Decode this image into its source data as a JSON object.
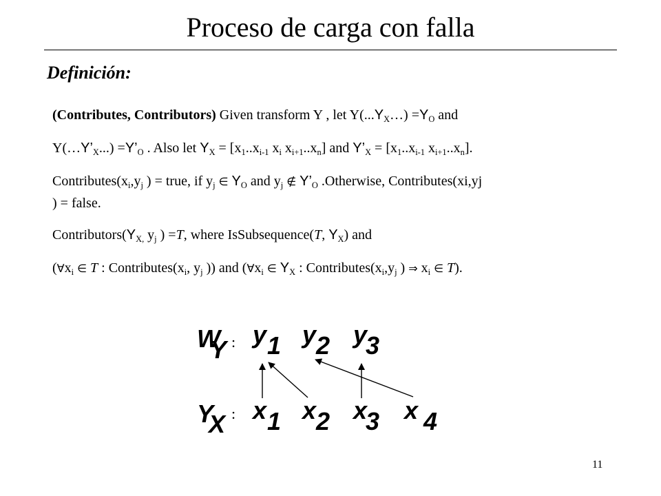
{
  "slide": {
    "title": "Proceso de carga con falla",
    "section_heading": "Definición:",
    "page_number": "11"
  },
  "definition": {
    "term": "(Contributes, Contributors)",
    "line1": {
      "given": " Given transform Y , let Y(...",
      "sym_y": "Y",
      "sub_x": "X",
      "ellipsis_eq": "…) =",
      "sym_y_o": "Y",
      "sub_o": "O",
      "and": " and"
    },
    "line2": {
      "prefix": "Y(…",
      "sym_yp": "Y’",
      "sub_x": "X",
      "mid": "...) =",
      "sym_yp_o": "Y’",
      "sub_o": "O",
      "also_let": " . Also let ",
      "sym_yx": "Y",
      "sub_x2": "X",
      "eq1": " = [x",
      "s1": "1",
      "dots1": "..x",
      "si1": "i-1",
      "sp1": " x",
      "si": "i",
      "sp2": " x",
      "sip1": "i+1",
      "dots2": "..x",
      "sn": "n",
      "and": "] and ",
      "sym_ypx": "Y’",
      "sub_x3": "X",
      "eq2": " = [x",
      "s1b": "1",
      "dots3": "..x",
      "si1b": "i-1",
      "sp3": " x",
      "sip1b": "i+1",
      "dots4": "..x",
      "snb": "n",
      "end": "]."
    },
    "line3": {
      "a": "Contributes(x",
      "si": "i",
      "b": ",y",
      "sj": "j",
      "c": " ) = true, if y",
      "sj2": "j",
      "in": "∈",
      "sym_y": "Y",
      "so": "O",
      "d": " and y",
      "sj3": "j",
      "notin": "∉",
      "sym_yp": "Y’",
      "so2": "O",
      "e": " .Otherwise, Contributes(xi,yj"
    },
    "line4": ") = false.",
    "line5": {
      "a": "Contributors(",
      "sym_y": "Y",
      "sx": "X,",
      "b": " y",
      "sj": "j",
      "c": " ) =",
      "t": "T",
      "d": ", where IsSubsequence(",
      "t2": "T",
      "e": ", ",
      "sym_y2": "Y",
      "sx2": "X",
      "f": ") and"
    },
    "line6": {
      "a": "(",
      "forall": "∀",
      "b": "x",
      "si": "i",
      "in": "∈",
      "t": "T",
      "c": " : Contributes(x",
      "si2": "i",
      "d": ", y",
      "sj": "j",
      "e": " )) and (",
      "forall2": "∀",
      "f": "x",
      "si3": "i",
      "in2": "∈",
      "sym_y": "Y",
      "sx": "X",
      "g": " : Contributes(x",
      "si4": "i",
      "h": ",y",
      "sj2": "j",
      "i": " ) ",
      "implies": "⇒",
      "j": " x",
      "si5": "i",
      "in3": "∈",
      "t2": "T",
      "k": ")."
    }
  },
  "diagram": {
    "top_row": {
      "main": "W",
      "sub": "Y",
      "colon": ":"
    },
    "bottom_row": {
      "main": "Y",
      "sub": "X",
      "colon": ":"
    },
    "outputs": [
      {
        "var": "y",
        "idx": "1"
      },
      {
        "var": "y",
        "idx": "2"
      },
      {
        "var": "y",
        "idx": "3"
      }
    ],
    "inputs": [
      {
        "var": "x",
        "idx": "1"
      },
      {
        "var": "x",
        "idx": "2"
      },
      {
        "var": "x",
        "idx": "3"
      },
      {
        "var": "x",
        "idx": "4"
      }
    ]
  }
}
